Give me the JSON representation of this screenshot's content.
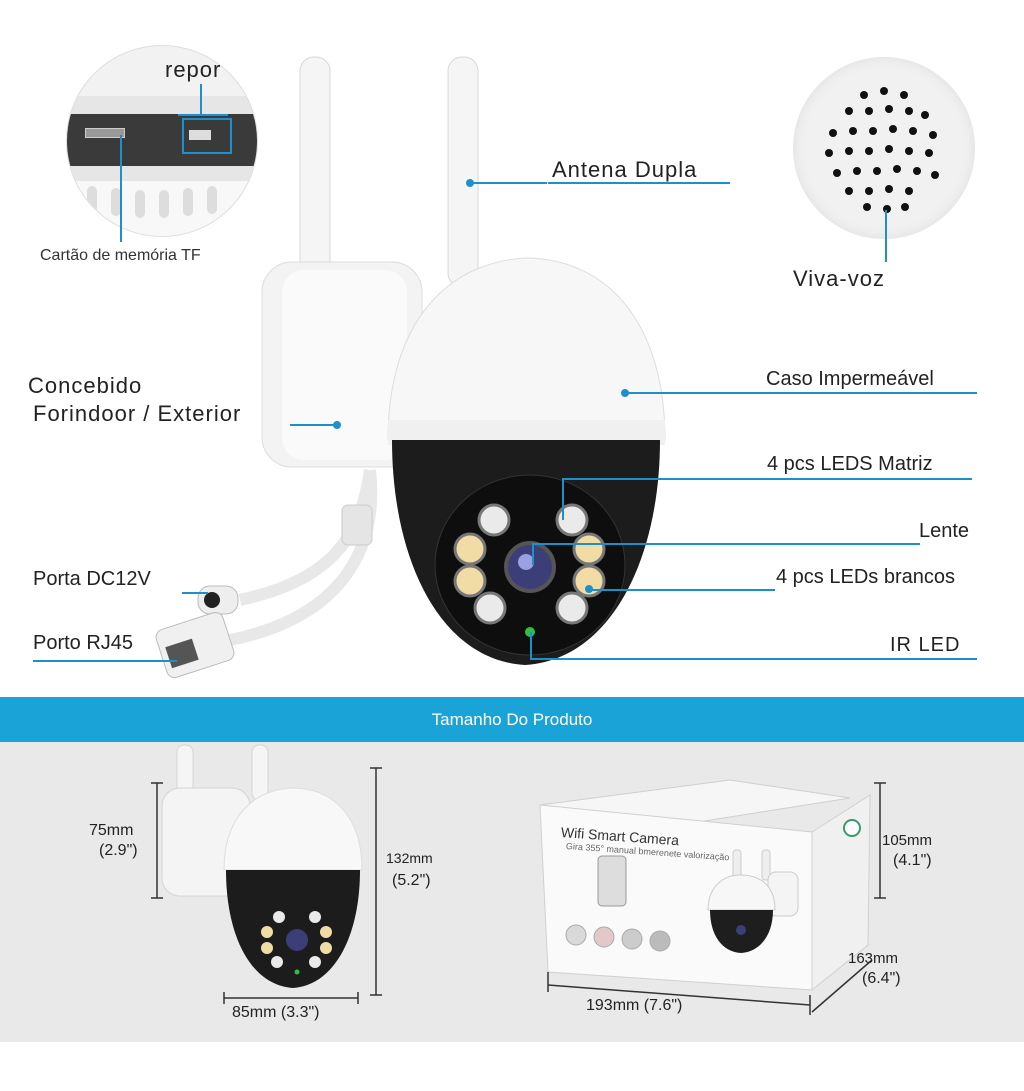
{
  "callouts": {
    "reset": "repor",
    "tf_card": "Cartão de memória TF",
    "antenna": "Antena Dupla",
    "speaker": "Viva-voz",
    "designed_line1": "Concebido",
    "designed_line2": "Forindoor / Exterior",
    "waterproof": "Caso Impermeável",
    "matrix_leds": "4 pcs LEDS Matriz",
    "lens": "Lente",
    "white_leds": "4 pcs LEDs brancos",
    "dc_port": "Porta DC12V",
    "rj45_port": "Porto RJ45",
    "ir_led": "IR LED"
  },
  "banner": {
    "title": "Tamanho Do Produto"
  },
  "dimensions": {
    "camera_height_upper_mm": "75mm",
    "camera_height_upper_in": "(2.9\")",
    "camera_total_height_mm": "132mm",
    "camera_total_height_in": "(5.2\")",
    "camera_width": "85mm (3.3\")",
    "box_height_mm": "105mm",
    "box_height_in": "(4.1\")",
    "box_depth_mm": "163mm",
    "box_depth_in": "(6.4\")",
    "box_width": "193mm (7.6\")"
  },
  "box": {
    "title": "Wifi Smart Camera",
    "subtitle": "Gira 355° manual bmerenete valorização"
  },
  "colors": {
    "accent": "#1f8fc9",
    "banner": "#1aa3d6"
  }
}
